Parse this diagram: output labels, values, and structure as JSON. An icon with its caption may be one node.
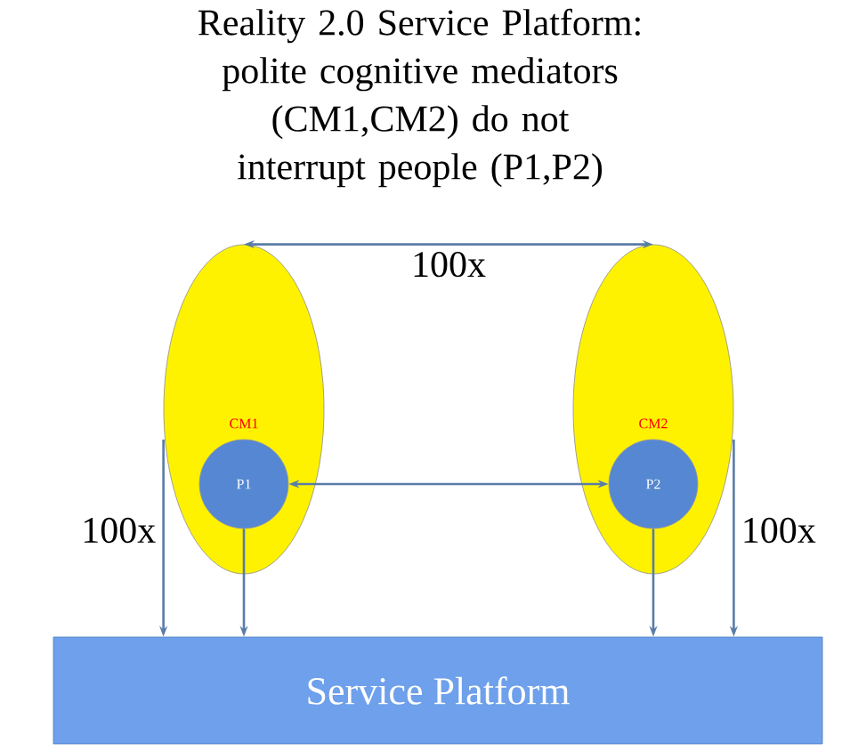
{
  "diagram": {
    "title": "Reality 2.0 Service Platform: polite cognitive mediators (CM1,CM2) do not interrupt people (P1,P2)",
    "nodes": [
      {
        "text": [
          "CM1"
        ]
      },
      {
        "text": [
          "P1"
        ],
        "in": 0
      },
      {
        "text": [
          "CM2"
        ]
      },
      {
        "text": [
          "P2"
        ],
        "in": 2
      },
      {
        "text": [
          "Service Platform"
        ]
      }
    ],
    "edges": [
      {
        "from": 0,
        "to": 2,
        "arrow": "both",
        "label": "100x"
      },
      {
        "from": 1,
        "to": 3,
        "arrow": "both"
      },
      {
        "from": 0,
        "to": 4,
        "arrow": "to",
        "label": "100x"
      },
      {
        "from": 1,
        "to": 4,
        "arrow": "to"
      },
      {
        "from": 3,
        "to": 4,
        "arrow": "to"
      },
      {
        "from": 2,
        "to": 4,
        "arrow": "to",
        "label": "100x"
      }
    ]
  }
}
